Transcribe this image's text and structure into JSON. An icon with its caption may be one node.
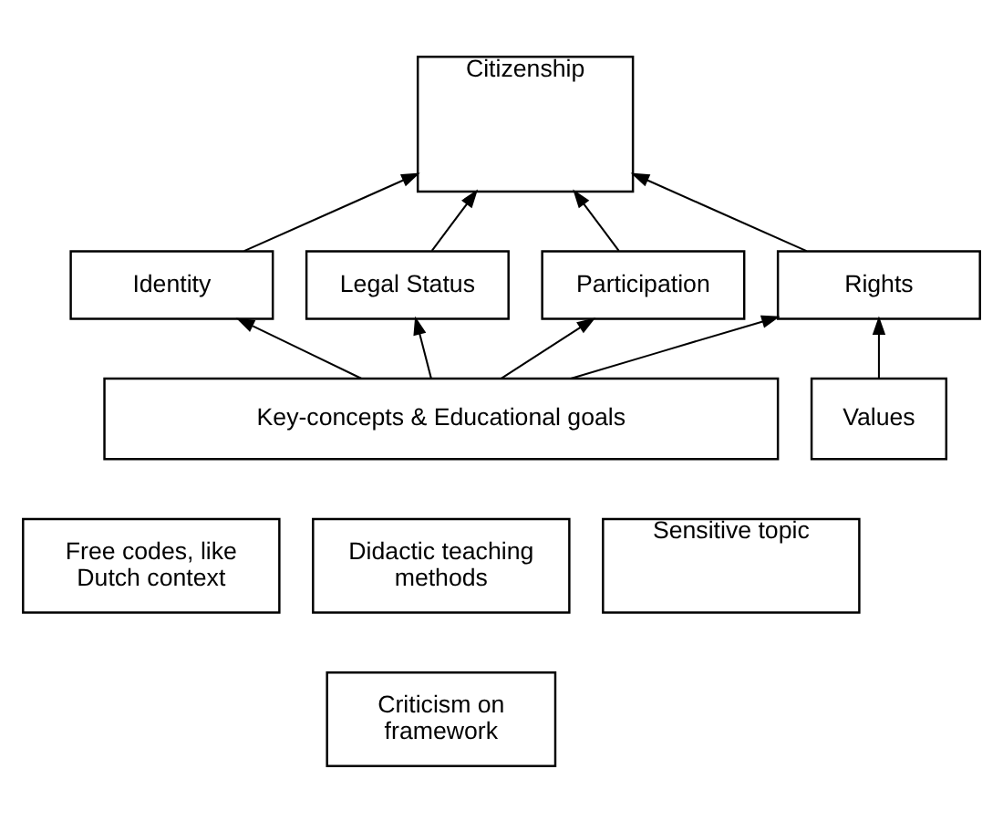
{
  "diagram": {
    "nodes": [
      {
        "text": [
          "Citizenship"
        ]
      },
      {
        "text": [
          "Identity"
        ]
      },
      {
        "text": [
          "Legal Status"
        ]
      },
      {
        "text": [
          "Participation"
        ]
      },
      {
        "text": [
          "Rights"
        ]
      },
      {
        "text": [
          "Key-concepts & Educational goals"
        ]
      },
      {
        "text": [
          "Values"
        ]
      },
      {
        "text": [
          "Free codes, like Dutch context"
        ]
      },
      {
        "text": [
          "Didactic teaching methods"
        ]
      },
      {
        "text": [
          "Sensitive topic"
        ]
      },
      {
        "text": [
          "Criticism on framework"
        ]
      }
    ],
    "edges": [
      {
        "from": 1,
        "to": 0,
        "arrow": "to"
      },
      {
        "from": 2,
        "to": 0,
        "arrow": "to"
      },
      {
        "from": 3,
        "to": 0,
        "arrow": "to"
      },
      {
        "from": 4,
        "to": 0,
        "arrow": "to"
      },
      {
        "from": 5,
        "to": 1,
        "arrow": "to"
      },
      {
        "from": 5,
        "to": 2,
        "arrow": "to"
      },
      {
        "from": 5,
        "to": 3,
        "arrow": "to"
      },
      {
        "from": 5,
        "to": 4,
        "arrow": "to"
      },
      {
        "from": 6,
        "to": 4,
        "arrow": "to"
      }
    ]
  }
}
